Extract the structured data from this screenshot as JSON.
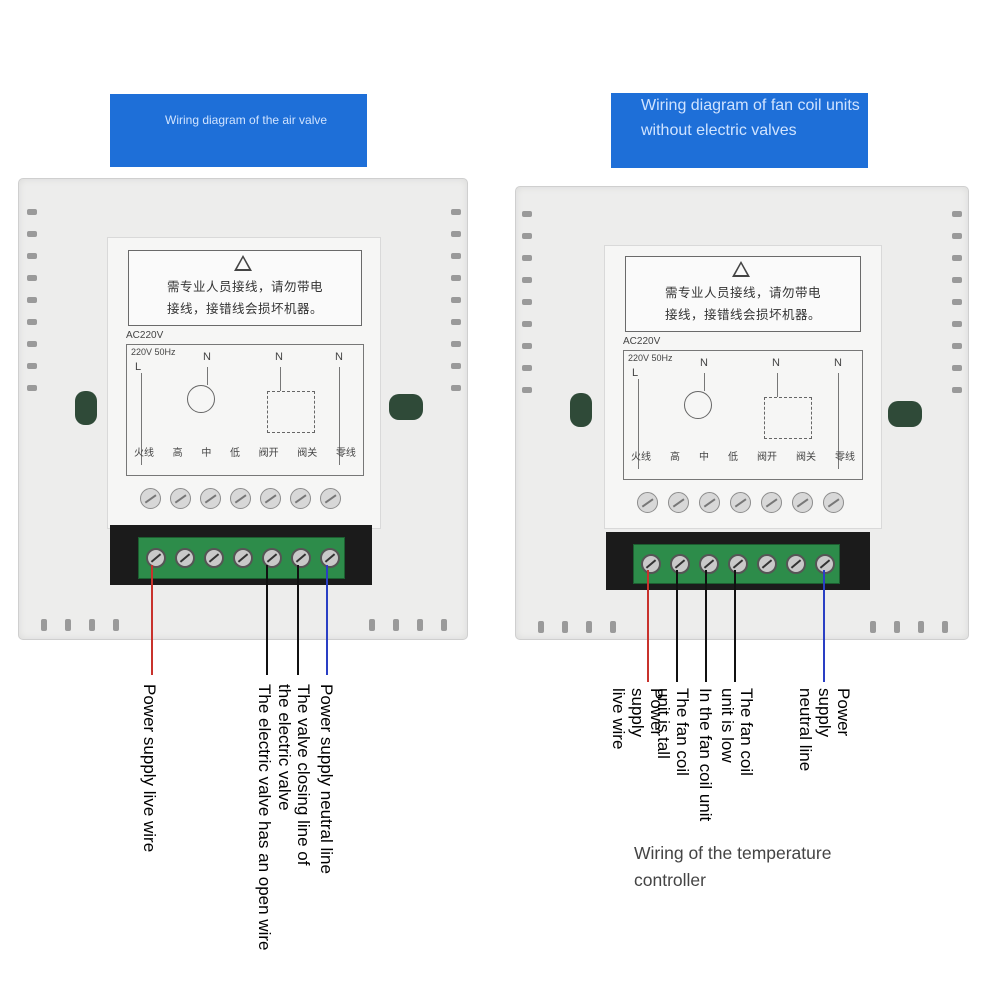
{
  "banners": {
    "left": "Wiring diagram of the air valve",
    "right": "Wiring diagram of fan coil units without electric valves"
  },
  "panel": {
    "warning_line1": "需专业人员接线，请勿带电",
    "warning_line2": "接线，接错线会损坏机器。",
    "voltage": "AC220V",
    "supply": "220V 50Hz",
    "node_n": "N",
    "node_l": "L",
    "terminal_labels": [
      "火线",
      "高",
      "中",
      "低",
      "阀开",
      "阀关",
      "零线"
    ]
  },
  "left_labels": {
    "live": "Power supply live wire",
    "open": "The electric valve has an open wire",
    "close": "The valve closing line of the electric valve",
    "neutral": "Power supply neutral line"
  },
  "right_labels": {
    "live": "Power supply live wire",
    "tall": "The fan coil unit is tall",
    "mid": "In the fan coil unit",
    "low": "The fan coil unit is low",
    "neutral": "Power supply neutral line"
  },
  "caption": "Wiring of the temperature controller",
  "colors": {
    "banner": "#1e6fd8",
    "live_wire": "#c8322c",
    "neutral_wire": "#2a3fc4",
    "terminal_block": "#2d8c4a"
  }
}
